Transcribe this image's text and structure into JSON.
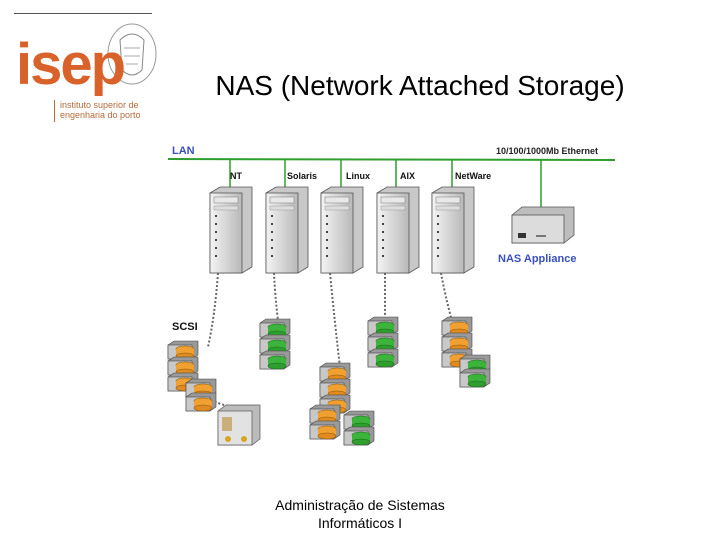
{
  "logo": {
    "word": "isep",
    "subtitle_line1": "instituto superior de",
    "subtitle_line2": "engenharia do porto"
  },
  "slide": {
    "title": "NAS (Network Attached Storage)"
  },
  "diagram": {
    "lan_label": "LAN",
    "ethernet_label": "10/100/1000Mb Ethernet",
    "servers": [
      "NT",
      "Solaris",
      "Linux",
      "AIX",
      "NetWare"
    ],
    "appliance_label": "NAS Appliance",
    "scsi_label": "SCSI"
  },
  "footer": {
    "line1": "Administração de Sistemas",
    "line2": "Informáticos I"
  },
  "colors": {
    "lan": "#2e9e2e",
    "label_blue": "#3a4fc0",
    "disk_orange": "#f0a030",
    "disk_green": "#3cb43c",
    "server_gray": "#d8d8d8"
  }
}
